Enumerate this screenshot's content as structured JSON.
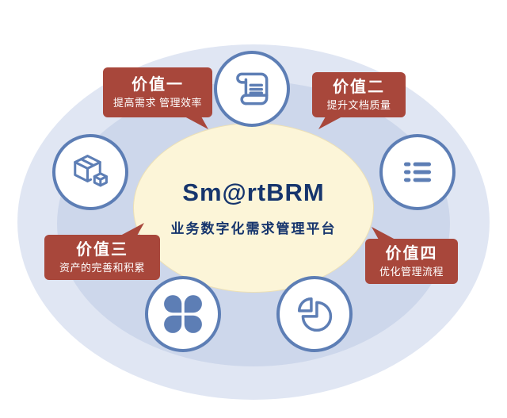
{
  "diagram": {
    "center": {
      "title": "Sm@rtBRM",
      "subtitle": "业务数字化需求管理平台"
    },
    "values": [
      {
        "title": "价值一",
        "desc": "提高需求 管理效率"
      },
      {
        "title": "价值二",
        "desc": "提升文档质量"
      },
      {
        "title": "价值三",
        "desc": "资产的完善和积累"
      },
      {
        "title": "价值四",
        "desc": "优化管理流程"
      }
    ],
    "icons": [
      "scroll-icon",
      "list-icon",
      "box-icon",
      "clover-icon",
      "pie-chart-icon"
    ],
    "colors": {
      "banner_red": "#a8473b",
      "accent_blue": "#5d7eb5",
      "title_navy": "#16356d",
      "center_fill": "#fcf5d8",
      "outer_ellipse": "#e0e6f3",
      "orbit_ellipse": "#cdd7eb"
    }
  }
}
